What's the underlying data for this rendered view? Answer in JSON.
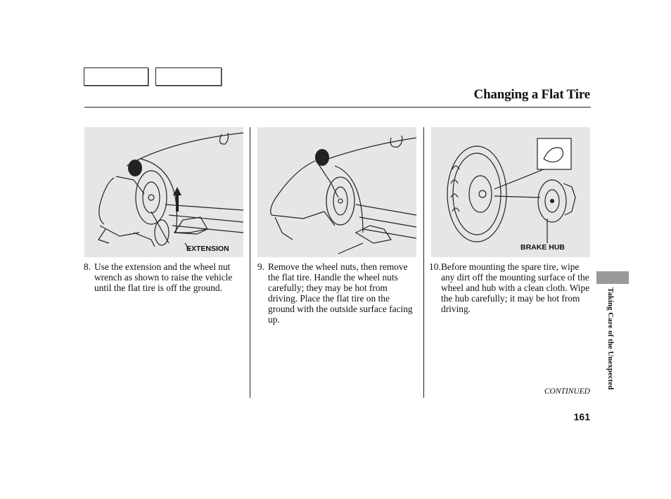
{
  "header": {
    "title": "Changing a Flat Tire"
  },
  "figures": [
    {
      "callout": "EXTENSION"
    },
    {
      "callout": ""
    },
    {
      "callout": "BRAKE HUB"
    }
  ],
  "steps": [
    {
      "number": "8.",
      "text": "Use the extension and the wheel nut wrench as shown to raise the vehicle until the flat tire is off the ground."
    },
    {
      "number": "9.",
      "text": "Remove the wheel nuts, then remove the flat tire. Handle the wheel nuts carefully; they may be hot from driving. Place the flat tire on the ground with the outside surface facing up."
    },
    {
      "number": "10.",
      "text": "Before mounting the spare tire, wipe any dirt off the mounting surface of the wheel and hub with a clean cloth. Wipe the hub carefully; it may be hot from driving."
    }
  ],
  "footer": {
    "continued": "CONTINUED",
    "page_number": "161",
    "section": "Taking Care of the Unexpected"
  }
}
